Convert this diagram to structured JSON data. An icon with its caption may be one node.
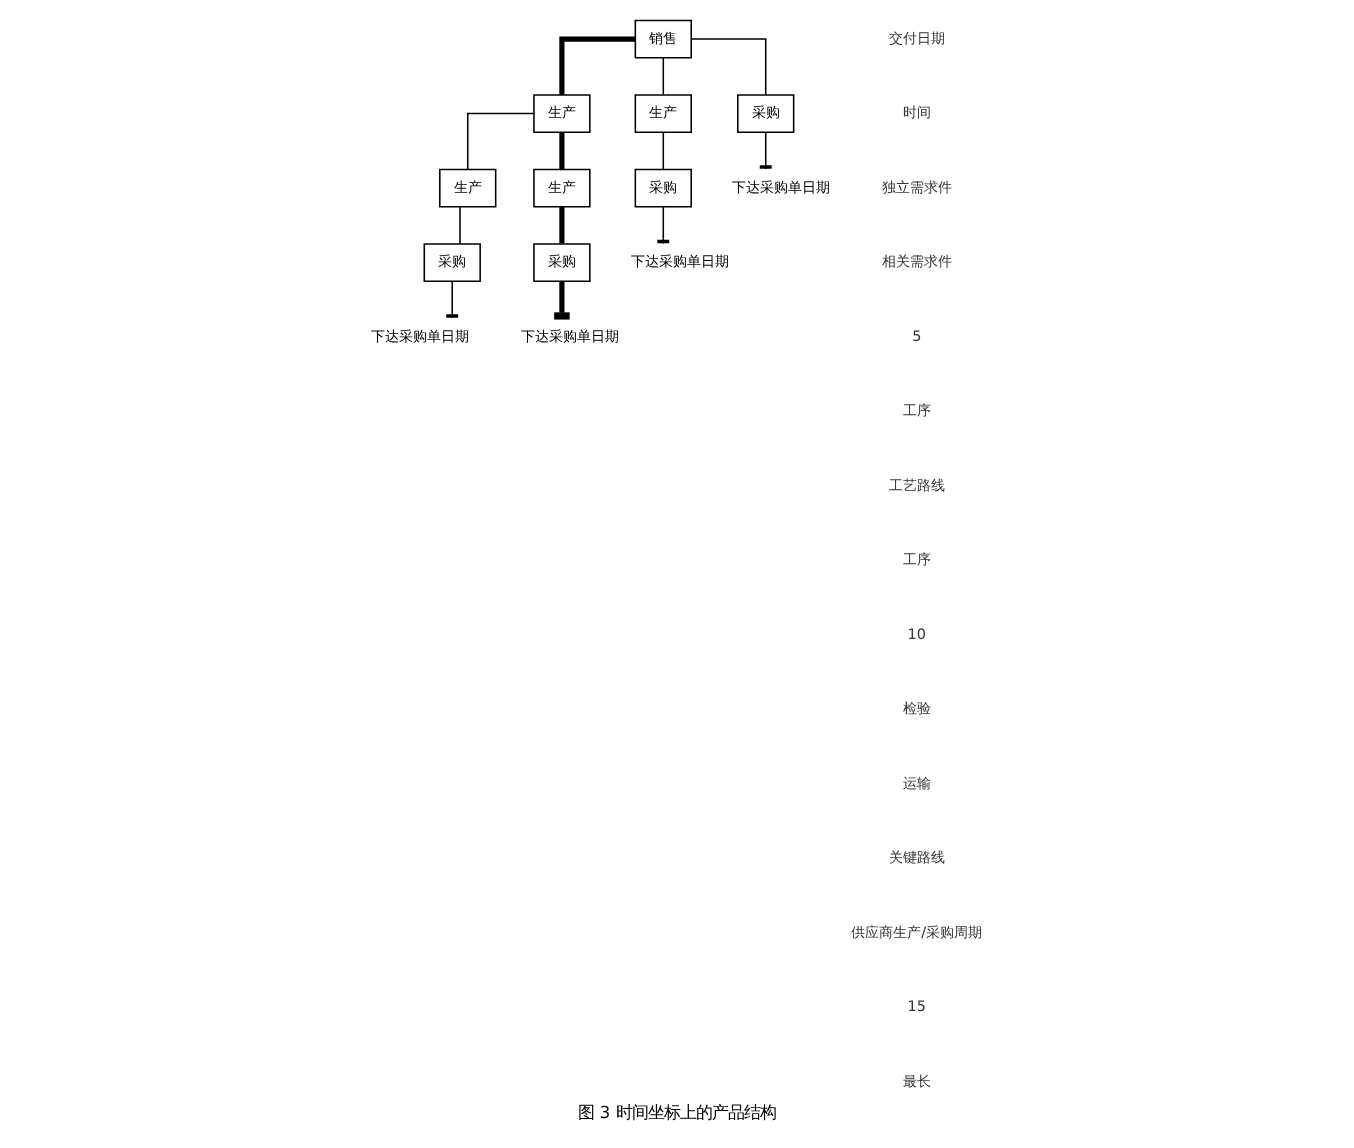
{
  "diagram": {
    "caption": "图 3 时间坐标上的产品结构",
    "nodes": [
      {
        "text": [
          "销售"
        ]
      },
      {
        "text": [
          "生产"
        ]
      },
      {
        "text": [
          "生产"
        ]
      },
      {
        "text": [
          "采购"
        ]
      },
      {
        "text": [
          "生产"
        ]
      },
      {
        "text": [
          "生产"
        ]
      },
      {
        "text": [
          "采购"
        ]
      },
      {
        "text": [
          "采购"
        ]
      },
      {
        "text": [
          "采购"
        ]
      },
      {
        "text": [
          "下达采购单日期"
        ]
      },
      {
        "text": [
          "下达采购单日期"
        ]
      },
      {
        "text": [
          "下达采购单日期"
        ]
      },
      {
        "text": [
          "下达采购单日期"
        ]
      }
    ],
    "edges": [
      {
        "from": 0,
        "to": 1,
        "arrow": "none",
        "style": "thick"
      },
      {
        "from": 0,
        "to": 2,
        "arrow": "none"
      },
      {
        "from": 0,
        "to": 3,
        "arrow": "none"
      },
      {
        "from": 1,
        "to": 4,
        "arrow": "none"
      },
      {
        "from": 1,
        "to": 5,
        "arrow": "none",
        "style": "thick"
      },
      {
        "from": 3,
        "to": 9,
        "arrow": "other"
      },
      {
        "from": 4,
        "to": 6,
        "arrow": "none"
      },
      {
        "from": 5,
        "to": 7,
        "arrow": "none",
        "style": "thick"
      },
      {
        "from": 2,
        "to": 8,
        "arrow": "none"
      },
      {
        "from": 6,
        "to": 10,
        "arrow": "other"
      },
      {
        "from": 8,
        "to": 11,
        "arrow": "other"
      },
      {
        "from": 7,
        "to": 12,
        "arrow": "other",
        "style": "thick"
      }
    ],
    "labels": [
      "交付日期",
      "时间",
      "独立需求件",
      "相关需求件",
      "5",
      "工序",
      "工艺路线",
      "工序",
      "10",
      "检验",
      "运输",
      "关键路线",
      "供应商生产/采购周期",
      "15",
      "最长"
    ]
  }
}
